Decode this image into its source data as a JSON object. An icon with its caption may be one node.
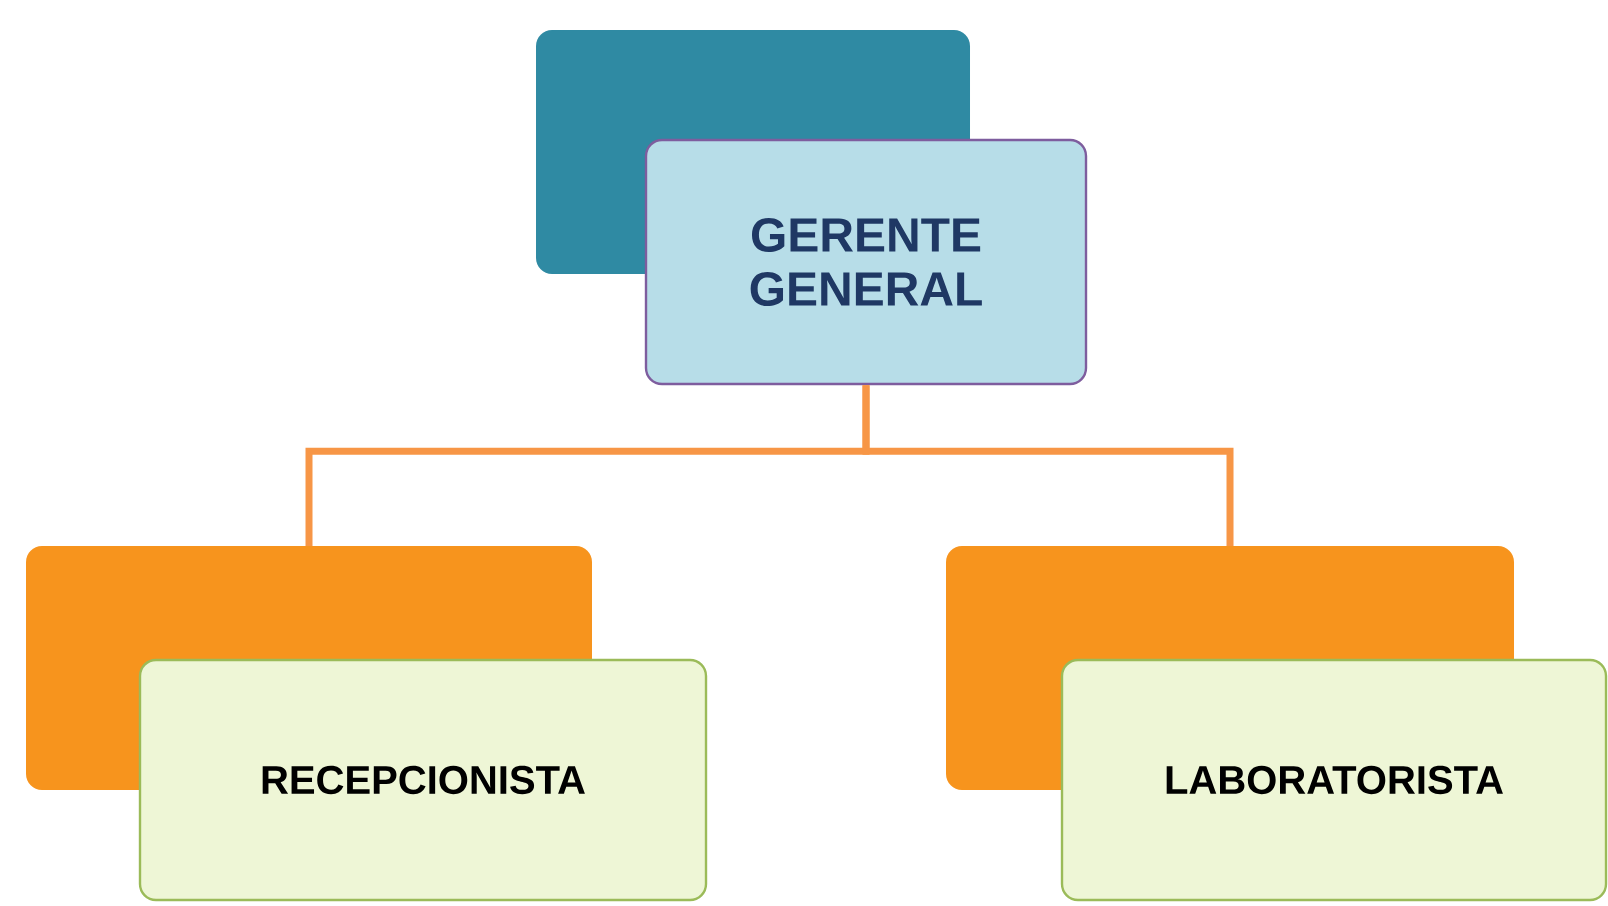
{
  "diagram": {
    "nodes": [
      {
        "text": [
          "GERENTE GENERAL"
        ]
      },
      {
        "text": [
          "RECEPCIONISTA"
        ]
      },
      {
        "text": [
          "LABORATORISTA"
        ]
      }
    ],
    "edges": [
      {
        "from": 0,
        "to": 1,
        "arrow": "none"
      },
      {
        "from": 0,
        "to": 2,
        "arrow": "none"
      }
    ]
  }
}
